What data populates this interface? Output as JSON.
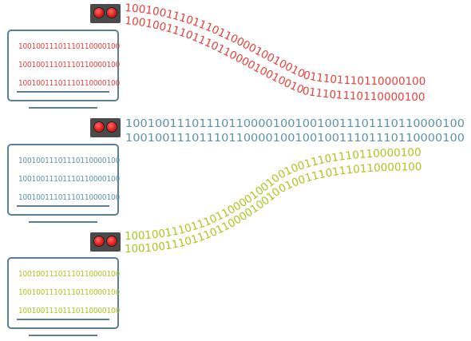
{
  "binary": "100100111011101100001001",
  "colors": {
    "red": "#e8403a",
    "blue": "#5b92ad",
    "green": "#a8c81c",
    "frame": "#5b7f95",
    "device": "#4a4a4a"
  },
  "monitors": [
    {
      "id": "top",
      "lines": [
        "1001001110111011000010O",
        "10010011101110110000100",
        "10010011101110110000100"
      ]
    }
  ],
  "screens": {
    "red": [
      "10010011101110110000100",
      "10010011101110110000100",
      "10010011101110110000100"
    ],
    "blue": [
      "10010011101110110000100",
      "10010011101110110000100",
      "10010011101110110000100"
    ],
    "green": [
      "10010011101110110000100",
      "10010011101110110000100",
      "10010011101110110000100"
    ]
  },
  "streams": {
    "red_1": "100100111011101100001001001001110111011000010 0",
    "red_2": "1001001110111011000010010010011101110110000100",
    "blue_1": "10010011101110110000100100100111011101100001 00",
    "blue_2": "100100111011101100001001001001110111011000010 0",
    "green_1": "1001001110111011000010010010011101110110000100",
    "green_2": "1001001110111011000010010010011101110110000100"
  },
  "stream_text": {
    "red_1": "1001001110111011000010010010011101110110000100",
    "red_2": "10010011101110110000100100100111011101100001 00",
    "blue_1": "10010011101110110000100100100111011101100001 00",
    "blue_2": "10010011101110110000100100100111011101100001 00",
    "green_1": "10010011101110110000100100100111011101100001 00",
    "green_2": "10010011101110110000100100100111011101100001 00"
  }
}
